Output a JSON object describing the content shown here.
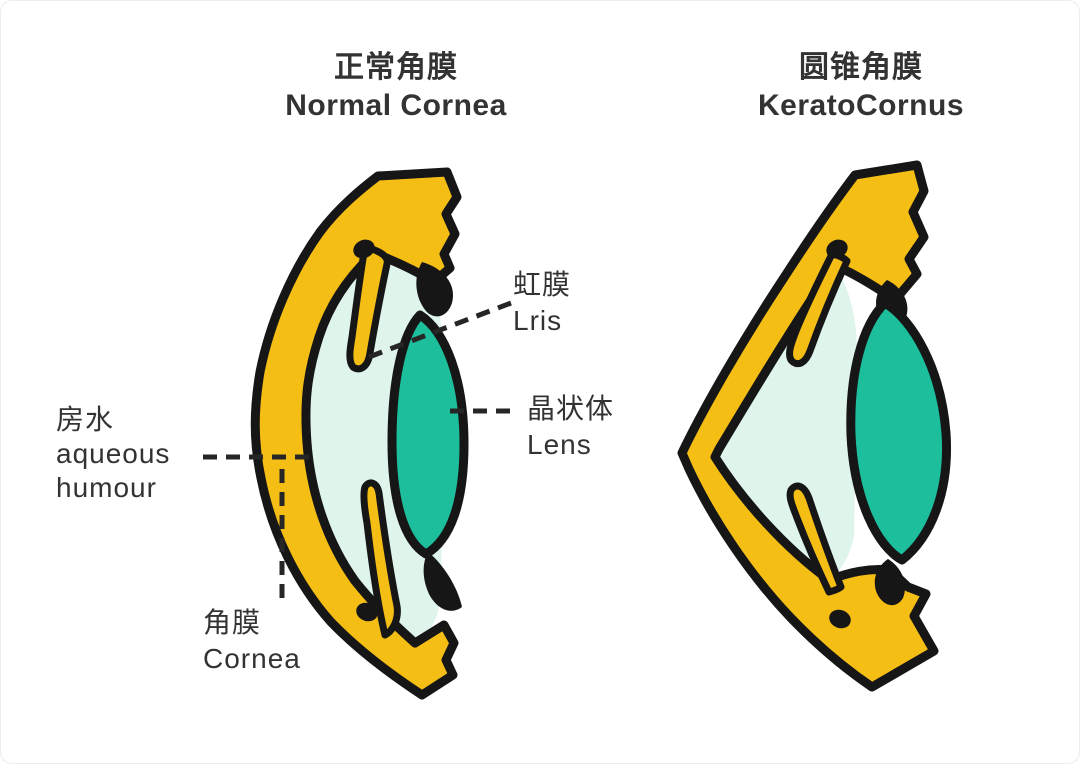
{
  "titles": {
    "left": {
      "zh": "正常角膜",
      "en": "Normal Cornea"
    },
    "right": {
      "zh": "圆锥角膜",
      "en": "KeratoCornus"
    }
  },
  "labels": {
    "iris": {
      "zh": "虹膜",
      "en": "Lris"
    },
    "lens": {
      "zh": "晶状体",
      "en": "Lens"
    },
    "aqueous": {
      "zh": "房水",
      "en1": "aqueous",
      "en2": "humour"
    },
    "cornea": {
      "zh": "角膜",
      "en": "Cornea"
    }
  },
  "colors": {
    "sclera_yellow": "#F5BE15",
    "aqueous_mint": "#DFF5EC",
    "lens_teal": "#1CBE9C",
    "outline_black": "#161616",
    "leader_line": "#262626",
    "text": "#333333",
    "background": "#ffffff"
  }
}
